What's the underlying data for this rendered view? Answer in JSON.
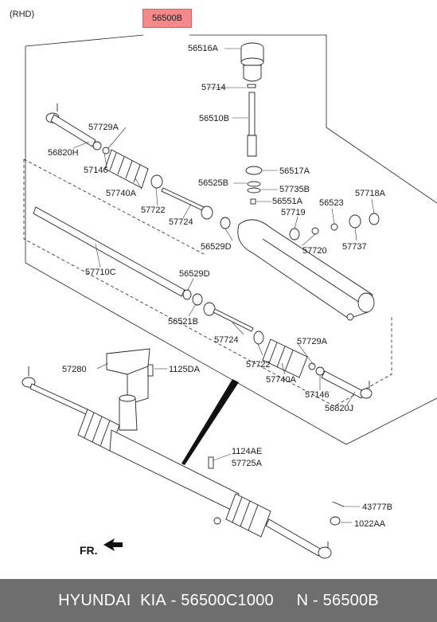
{
  "header": {
    "side_label": "(RHD)",
    "assembly_no": "56500B"
  },
  "callouts": {
    "c56516A": "56516A",
    "c57714": "57714",
    "c56510B": "56510B",
    "c57729A_top": "57729A",
    "c56820H": "56820H",
    "c57146_top": "57146",
    "c57740A_top": "57740A",
    "c57722_top": "57722",
    "c57724_top": "57724",
    "c56525B": "56525B",
    "c56517A": "56517A",
    "c57735B": "57735B",
    "c56551A": "56551A",
    "c57719": "57719",
    "c56523": "56523",
    "c57718A": "57718A",
    "c56529D_top": "56529D",
    "c57720": "57720",
    "c57737": "57737",
    "c57710C": "57710C",
    "c56529D_mid": "56529D",
    "c56521B": "56521B",
    "c57724_bot": "57724",
    "c57729A_bot": "57729A",
    "c57722_bot": "57722",
    "c57740A_bot": "57740A",
    "c57146_bot": "57146",
    "c56820J": "56820J",
    "c57280": "57280",
    "c1125DA": "1125DA",
    "c1124AE": "1124AE",
    "c57725A": "57725A",
    "c43777B": "43777B",
    "c1022AA": "1022AA"
  },
  "direction_label": "FR.",
  "footer": {
    "brand": "HYUNDAI  KIA",
    "part_number": "56500C1000",
    "ref": "N - 56500B"
  }
}
